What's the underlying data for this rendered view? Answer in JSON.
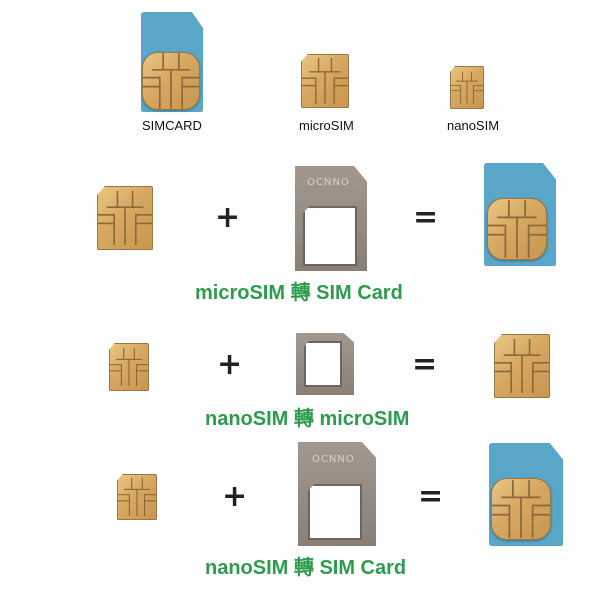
{
  "size_labels": {
    "sim": "SIMCARD",
    "micro": "microSIM",
    "nano": "nanoSIM"
  },
  "operators": {
    "plus": "+",
    "equals": "="
  },
  "adapter_brand": "OCNNO",
  "captions": {
    "row1": "microSIM 轉 SIM Card",
    "row2": "nanoSIM 轉 microSIM",
    "row3": "nanoSIM 轉 SIM Card"
  },
  "colors": {
    "card_blue": "#5aa6c8",
    "chip_gold": "#d6a861",
    "adapter_gray": "#978c84",
    "caption_green": "#2e9b4e"
  }
}
